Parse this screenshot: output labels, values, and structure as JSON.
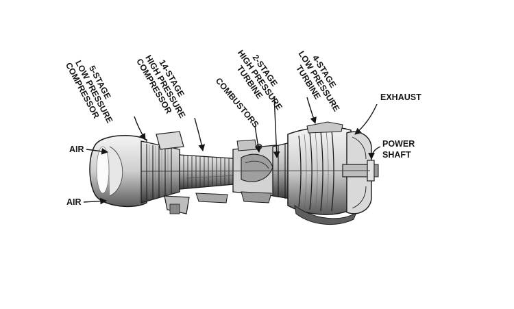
{
  "labels": {
    "air_top": "AIR",
    "air_bottom": "AIR",
    "lp_compressor": [
      "5-STAGE",
      "LOW PRESSURE",
      "COMPRESSOR"
    ],
    "hp_compressor": [
      "14-STAGE",
      "HIGH PRESSURE",
      "COMPRESSOR"
    ],
    "combustors": "COMBUSTORS",
    "hp_turbine": [
      "2-STAGE",
      "HIGH PRESSURE",
      "TURBINE"
    ],
    "lp_turbine": [
      "4-STAGE",
      "LOW PRESSURE",
      "TURBINE"
    ],
    "exhaust": "EXHAUST",
    "power_shaft": [
      "POWER",
      "SHAFT"
    ]
  },
  "colors": {
    "ink": "#1a1a1a",
    "background": "#ffffff"
  }
}
